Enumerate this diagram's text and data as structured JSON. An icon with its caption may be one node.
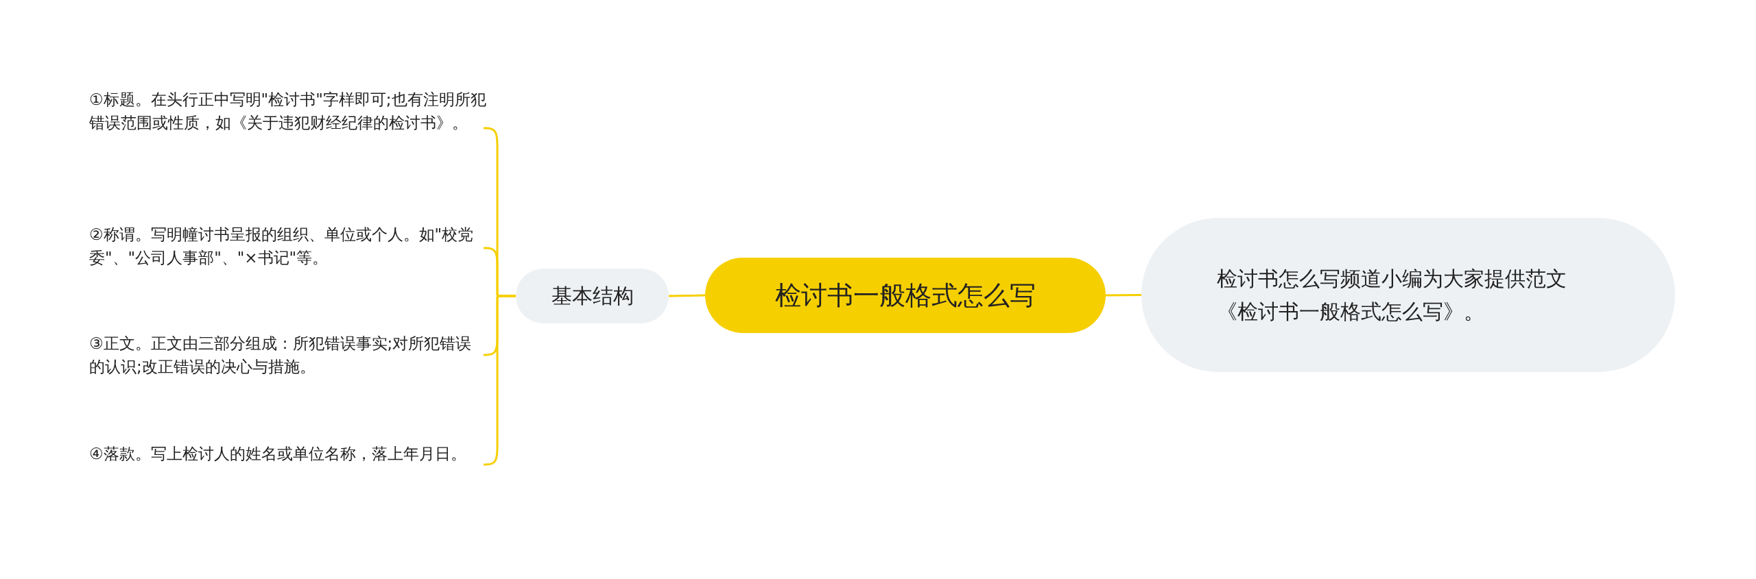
{
  "diagram": {
    "nodes": [
      {
        "text": [
          "检讨书一般格式怎么写"
        ]
      },
      {
        "text": [
          "检讨书怎么写频道小编为大家提供范文《检讨书一般格式怎么写》。"
        ]
      },
      {
        "text": [
          "基本结构"
        ]
      },
      {
        "text": [
          "①标题。在头行正中写明\"检讨书\"字样即可;也有注明所犯错误范围或性质，如《关于违犯财经纪律的检讨书》。"
        ]
      },
      {
        "text": [
          "②称谓。写明幢讨书呈报的组织、单位或个人。如\"校党委\"、\"公司人事部\"、\"×书记\"等。"
        ]
      },
      {
        "text": [
          "③正文。正文由三部分组成：所犯错误事实;对所犯错误的认识;改正错误的决心与措施。"
        ]
      },
      {
        "text": [
          "④落款。写上检讨人的姓名或单位名称，落上年月日。"
        ]
      }
    ],
    "edges": [
      {
        "from": 0,
        "to": 1,
        "arrow": "none"
      },
      {
        "from": 0,
        "to": 2,
        "arrow": "none"
      },
      {
        "from": 2,
        "to": 3,
        "arrow": "none"
      },
      {
        "from": 2,
        "to": 4,
        "arrow": "none"
      },
      {
        "from": 2,
        "to": 5,
        "arrow": "none"
      },
      {
        "from": 2,
        "to": 6,
        "arrow": "none"
      }
    ]
  }
}
